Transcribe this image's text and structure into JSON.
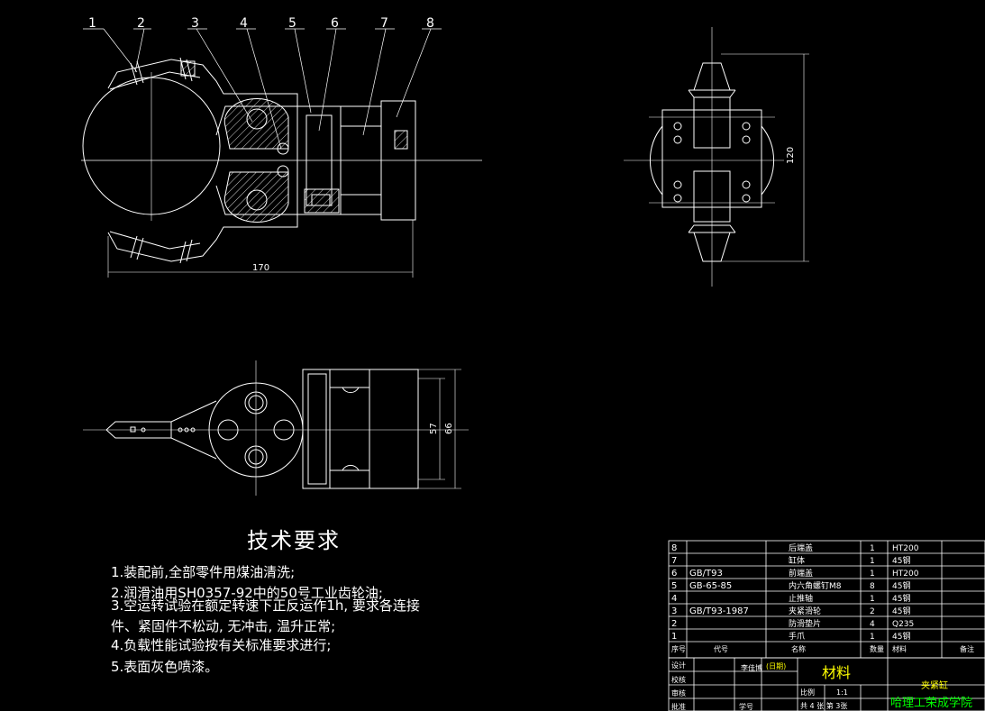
{
  "balloons": [
    "1",
    "2",
    "3",
    "4",
    "5",
    "6",
    "7",
    "8"
  ],
  "dimensions": {
    "width_170": "170",
    "height_120": "120",
    "d57": "57",
    "d66": "66"
  },
  "tech": {
    "title": "技术要求",
    "lines": [
      "1.装配前,全部零件用煤油清洗;",
      "2.润滑油用SH0357-92中的50号工业齿轮油;",
      "3.空运转试验在额定转速下正反运作1h, 要求各连接",
      "件、紧固件不松动, 无冲击, 温升正常;",
      "4.负载性能试验按有关标准要求进行;",
      "5.表面灰色喷漆。"
    ]
  },
  "bom": {
    "rows": [
      {
        "no": "8",
        "code": "",
        "name": "后端盖",
        "qty": "1",
        "material": "HT200"
      },
      {
        "no": "7",
        "code": "",
        "name": "缸体",
        "qty": "1",
        "material": "45钢"
      },
      {
        "no": "6",
        "code": "GB/T93",
        "name": "前端盖",
        "qty": "1",
        "material": "HT200"
      },
      {
        "no": "5",
        "code": "GB-65-85",
        "name": "内六角螺钉M8",
        "qty": "8",
        "material": "45钢"
      },
      {
        "no": "4",
        "code": "",
        "name": "止推轴",
        "qty": "1",
        "material": "45钢"
      },
      {
        "no": "3",
        "code": "GB/T93-1987",
        "name": "夹紧滑轮",
        "qty": "2",
        "material": "45钢"
      },
      {
        "no": "2",
        "code": "",
        "name": "防滑垫片",
        "qty": "4",
        "material": "Q235"
      },
      {
        "no": "1",
        "code": "",
        "name": "手爪",
        "qty": "1",
        "material": "45钢"
      }
    ],
    "header": {
      "no": "序号",
      "code": "代号",
      "name": "名称",
      "qty": "数量",
      "material": "材料",
      "note": "备注"
    }
  },
  "titleblock": {
    "design": "设计",
    "designer": "李佳博",
    "date": "(日期)",
    "check": "校核",
    "review": "审核",
    "approve": "批准",
    "student_no": "学号",
    "material": "材料",
    "part_name": "夹紧缸",
    "scale_label": "比例",
    "scale": "1:1",
    "sheets": "共 4 张 第 3张",
    "school": "哈理工荣成学院"
  },
  "colors": {
    "line": "#ffffff",
    "hatch": "#ffffff",
    "text": "#ffffff",
    "label": "#ffff00",
    "accent": "#00ff00"
  }
}
